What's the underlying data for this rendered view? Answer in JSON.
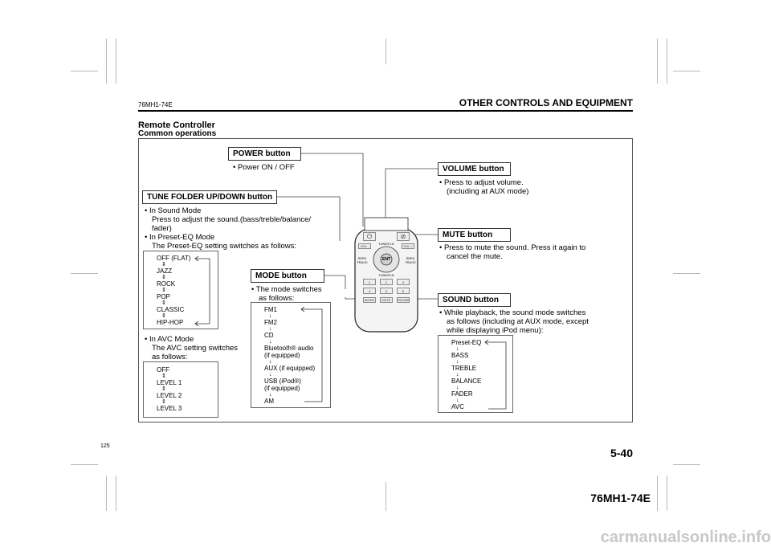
{
  "header": {
    "code": "76MH1-74E",
    "title": "OTHER CONTROLS AND EQUIPMENT"
  },
  "section": {
    "title": "Remote Controller",
    "subtitle": "Common operations"
  },
  "power": {
    "label": "POWER button",
    "desc": "•  Power ON / OFF"
  },
  "volume": {
    "label": "VOLUME button",
    "desc1": "•  Press to adjust volume.",
    "desc2": "(including at AUX mode)"
  },
  "tune": {
    "label": "TUNE FOLDER UP/DOWN button",
    "b1_line1": "•  In Sound Mode",
    "b1_line2": "Press to adjust the sound.(bass/treble/balance/",
    "b1_line3": "fader)",
    "b2_line1": "•  In Preset-EQ Mode",
    "b2_line2": "The Preset-EQ setting switches as follows:",
    "eq_list": [
      "OFF (FLAT)",
      "JAZZ",
      "ROCK",
      "POP",
      "CLASSIC",
      "HIP-HOP"
    ],
    "avc_line1": "•   In AVC Mode",
    "avc_line2": "The AVC setting switches",
    "avc_line3": "as follows:",
    "avc_list": [
      "OFF",
      "LEVEL 1",
      "LEVEL 2",
      "LEVEL 3"
    ]
  },
  "mute": {
    "label": "MUTE button",
    "desc1": "•  Press to mute the sound. Press it again to",
    "desc2": "cancel the mute."
  },
  "mode": {
    "label": "MODE button",
    "desc1": "•  The mode switches",
    "desc2": "as follows:",
    "list": [
      "FM1",
      "FM2",
      "CD",
      "Bluetooth® audio",
      "(if equipped)",
      "AUX (if equipped)",
      "USB (iPod®)",
      "(if equipped)",
      "AM"
    ]
  },
  "sound": {
    "label": "SOUND button",
    "desc1": "•  While playback, the sound mode switches",
    "desc2": "as follows (including at AUX mode, except",
    "desc3": "while displaying iPod menu):",
    "list": [
      "Preset-EQ",
      "BASS",
      "TREBLE",
      "BALANCE",
      "FADER",
      "AVC"
    ]
  },
  "remote": {
    "vol_minus": "VOL -",
    "vol_plus": "VOL +",
    "tune_fld": "TUNE/FLD",
    "seek_l": "SEEK TRACK",
    "seek_r": "SEEK TRACK",
    "ent": "ENT",
    "tune_fld2": "TUNE/FLD",
    "keys": [
      "1",
      "2",
      "3",
      "4",
      "5",
      "6"
    ],
    "bottom": [
      "MODE",
      "MUTE",
      "SOUND"
    ]
  },
  "page_small": "125",
  "page_number": "5-40",
  "footer_code": "76MH1-74E",
  "watermark": "carmanualsonline.info"
}
